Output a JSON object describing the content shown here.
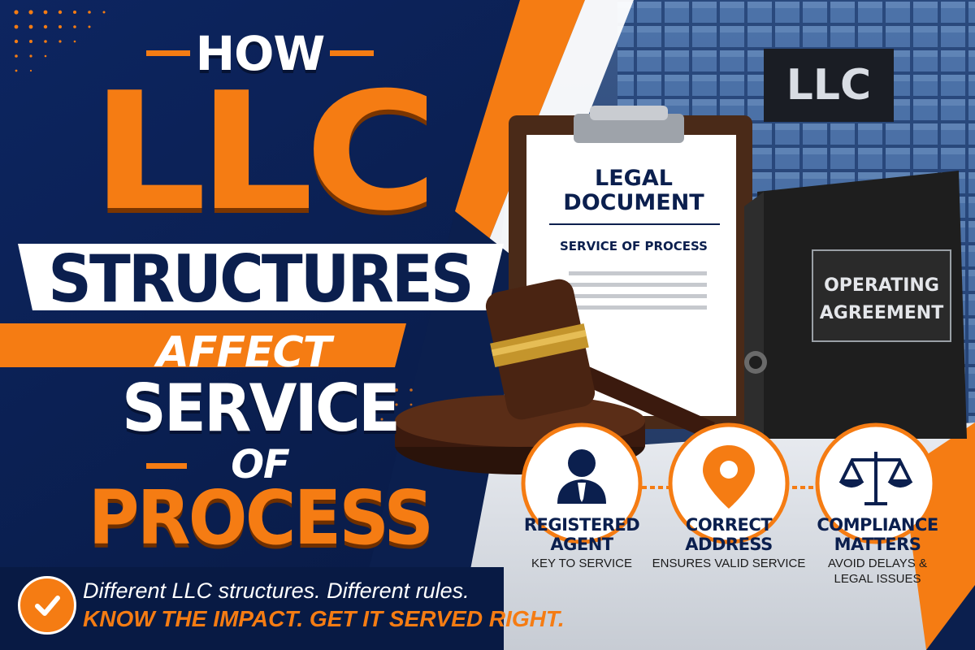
{
  "headline": {
    "how": "HOW",
    "llc": "LLC",
    "structures": "STRUCTURES",
    "affect": "AFFECT",
    "service": "SERVICE",
    "of": "OF",
    "process": "PROCESS"
  },
  "building_sign": "LLC",
  "clipboard": {
    "title_line1": "LEGAL",
    "title_line2": "DOCUMENT",
    "subtitle": "SERVICE OF PROCESS"
  },
  "binder": {
    "label_line1": "OPERATING",
    "label_line2": "AGREEMENT"
  },
  "features": [
    {
      "icon": "person-icon",
      "title_line1": "REGISTERED",
      "title_line2": "AGENT",
      "sub_line1": "KEY TO SERVICE",
      "sub_line2": ""
    },
    {
      "icon": "location-pin-icon",
      "title_line1": "CORRECT",
      "title_line2": "ADDRESS",
      "sub_line1": "ENSURES VALID SERVICE",
      "sub_line2": ""
    },
    {
      "icon": "scales-icon",
      "title_line1": "COMPLIANCE",
      "title_line2": "MATTERS",
      "sub_line1": "AVOID DELAYS &",
      "sub_line2": "LEGAL ISSUES"
    }
  ],
  "bottom": {
    "line1": "Different LLC structures. Different rules.",
    "line2": "KNOW THE IMPACT. GET IT SERVED RIGHT."
  },
  "colors": {
    "navy": "#0b1f4e",
    "orange": "#f57c13",
    "white": "#ffffff",
    "binder": "#1e1e1e",
    "wood": "#3b1a0e",
    "gold": "#c4952c"
  }
}
